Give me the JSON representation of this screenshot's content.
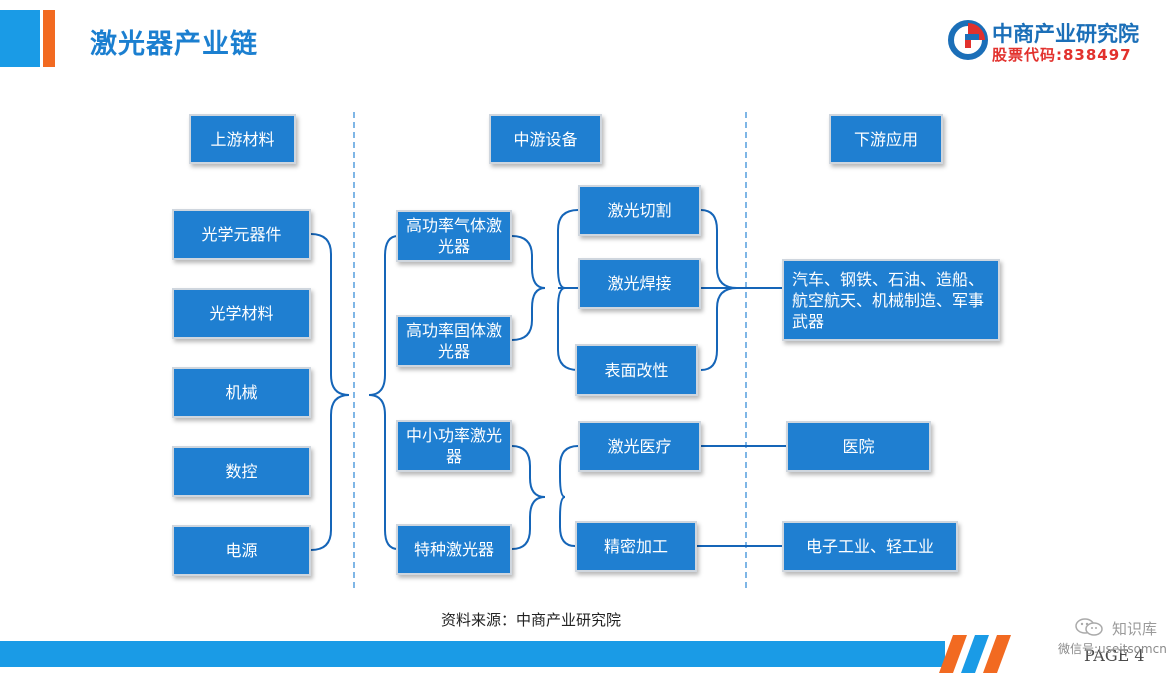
{
  "header": {
    "title": "激光器产业链",
    "logo_name": "中商产业研究院",
    "stock_code": "股票代码:838497"
  },
  "columns": {
    "upstream": "上游材料",
    "midstream": "中游设备",
    "downstream": "下游应用"
  },
  "upstream_items": [
    "光学元器件",
    "光学材料",
    "机械",
    "数控",
    "电源"
  ],
  "laser_types": [
    "高功率气体激光器",
    "高功率固体激光器",
    "中小功率激光器",
    "特种激光器"
  ],
  "processes": [
    "激光切割",
    "激光焊接",
    "表面改性",
    "激光医疗",
    "精密加工"
  ],
  "applications": [
    "汽车、钢铁、石油、造船、航空航天、机械制造、军事武器",
    "医院",
    "电子工业、轻工业"
  ],
  "source": "资料来源：中商产业研究院",
  "footer": {
    "page": "PAGE 4",
    "watermark_name": "知识库",
    "watermark_id": "微信号:useitsomcn"
  },
  "colors": {
    "primary_blue": "#1f7fd1",
    "title_blue": "#1b7fd0",
    "accent_orange": "#f26a21",
    "line_blue": "#1565b8"
  }
}
